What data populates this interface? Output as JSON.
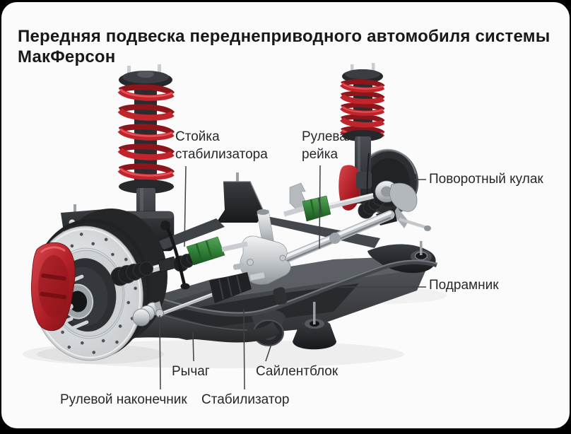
{
  "title": "Передняя подвеска переднеприводного автомобиля системы МакФерсон",
  "labels": {
    "stabilizer_link": "Стойка стабилизатора",
    "steering_rack": "Рулевая рейка",
    "steering_knuckle": "Поворотный кулак",
    "subframe": "Подрамник",
    "control_arm": "Рычаг",
    "silent_block": "Сайлентблок",
    "tie_rod_end": "Рулевой наконечник",
    "stabilizer": "Стабилизатор"
  },
  "colors": {
    "page_background": "#000000",
    "card_background": "#fbfbfc",
    "title_text": "#17181a",
    "label_text": "#26282b",
    "leader_line": "#3e4144",
    "spring_red": "#c2242b",
    "caliper_red": "#c0232b",
    "cv_boot_green": "#35823a",
    "metal_silver": "#c9ccd0",
    "dark_parts": "#26282b"
  }
}
